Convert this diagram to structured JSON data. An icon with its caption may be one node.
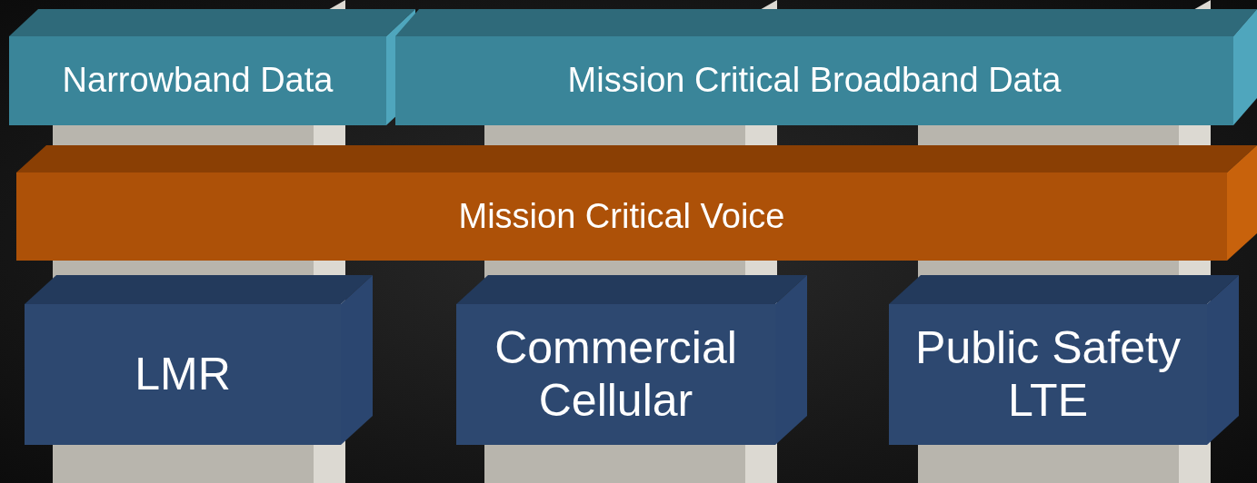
{
  "diagram": {
    "nodes": [
      {
        "text": [
          "Narrowband Data"
        ]
      },
      {
        "text": [
          "Mission Critical Broadband Data"
        ]
      },
      {
        "text": [
          "Mission Critical Voice"
        ]
      },
      {
        "text": [
          "LMR"
        ]
      },
      {
        "text": [
          "Commercial Cellular"
        ]
      },
      {
        "text": [
          "Public Safety LTE"
        ]
      }
    ]
  }
}
